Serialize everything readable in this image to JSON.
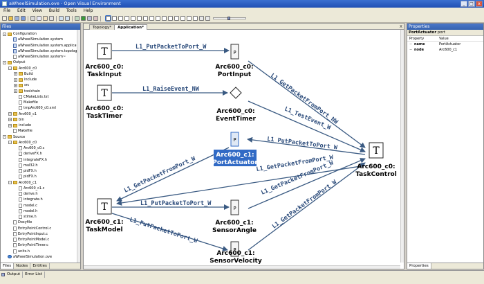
{
  "app": {
    "title": "aWheelSimulation.ove - Open Visual Environment",
    "window_buttons": [
      "_",
      "□",
      "x"
    ]
  },
  "menu": [
    "File",
    "Edit",
    "View",
    "Build",
    "Tools",
    "Help"
  ],
  "files_panel": {
    "header": "Files",
    "tree": [
      {
        "label": "Configuration",
        "depth": 0,
        "icon": "folder-icon",
        "expand": "-"
      },
      {
        "label": "aWheelSimulation.system",
        "depth": 1,
        "icon": "system-file-icon"
      },
      {
        "label": "aWheelSimulation.system.applicat...",
        "depth": 1,
        "icon": "system-file-icon"
      },
      {
        "label": "aWheelSimulation.system.topolog...",
        "depth": 1,
        "icon": "system-file-icon"
      },
      {
        "label": "aWheelSimulation.system~",
        "depth": 1,
        "icon": "file-icon"
      },
      {
        "label": "Output",
        "depth": 0,
        "icon": "folder-icon",
        "expand": "-"
      },
      {
        "label": "Arc600_c0",
        "depth": 1,
        "icon": "folder-icon",
        "expand": "-"
      },
      {
        "label": "Build",
        "depth": 2,
        "icon": "folder-icon",
        "expand": "+"
      },
      {
        "label": "include",
        "depth": 2,
        "icon": "folder-icon",
        "expand": "+"
      },
      {
        "label": "src",
        "depth": 2,
        "icon": "folder-icon",
        "expand": "+"
      },
      {
        "label": "toolchain",
        "depth": 2,
        "icon": "folder-icon",
        "expand": "+"
      },
      {
        "label": "CMakeLists.txt",
        "depth": 2,
        "icon": "file-icon"
      },
      {
        "label": "Makefile",
        "depth": 2,
        "icon": "file-icon"
      },
      {
        "label": "tmpArc600_c0.xml",
        "depth": 2,
        "icon": "file-icon"
      },
      {
        "label": "Arc600_c1",
        "depth": 1,
        "icon": "folder-icon",
        "expand": "+"
      },
      {
        "label": "bin",
        "depth": 1,
        "icon": "folder-icon",
        "expand": "+"
      },
      {
        "label": "include",
        "depth": 1,
        "icon": "folder-icon",
        "expand": "+"
      },
      {
        "label": "Makefile",
        "depth": 1,
        "icon": "file-icon"
      },
      {
        "label": "Source",
        "depth": 0,
        "icon": "folder-icon",
        "expand": "-"
      },
      {
        "label": "Arc600_c0",
        "depth": 1,
        "icon": "folder-icon",
        "expand": "-"
      },
      {
        "label": "Arc600_c0.c",
        "depth": 2,
        "icon": "file-icon"
      },
      {
        "label": "deriveFX.h",
        "depth": 2,
        "icon": "file-icon"
      },
      {
        "label": "integrateFX.h",
        "depth": 2,
        "icon": "file-icon"
      },
      {
        "label": "mul32.h",
        "depth": 2,
        "icon": "file-icon"
      },
      {
        "label": "pidFX.h",
        "depth": 2,
        "icon": "file-icon"
      },
      {
        "label": "pidFX.h",
        "depth": 2,
        "icon": "file-icon"
      },
      {
        "label": "Arc600_c1",
        "depth": 1,
        "icon": "folder-icon",
        "expand": "-"
      },
      {
        "label": "Arc600_c1.c",
        "depth": 2,
        "icon": "file-icon"
      },
      {
        "label": "derive.h",
        "depth": 2,
        "icon": "file-icon"
      },
      {
        "label": "integrate.h",
        "depth": 2,
        "icon": "file-icon"
      },
      {
        "label": "model.c",
        "depth": 2,
        "icon": "file-icon"
      },
      {
        "label": "model.h",
        "depth": 2,
        "icon": "file-icon"
      },
      {
        "label": "stime.h",
        "depth": 2,
        "icon": "file-icon"
      },
      {
        "label": "Doxyfile",
        "depth": 1,
        "icon": "file-icon"
      },
      {
        "label": "EntryPointControl.c",
        "depth": 1,
        "icon": "file-icon"
      },
      {
        "label": "EntryPointInput.c",
        "depth": 1,
        "icon": "file-icon"
      },
      {
        "label": "EntryPointModel.c",
        "depth": 1,
        "icon": "file-icon"
      },
      {
        "label": "EntryPointTimer.c",
        "depth": 1,
        "icon": "file-icon"
      },
      {
        "label": "units.h",
        "depth": 1,
        "icon": "file-icon"
      },
      {
        "label": "aWheelSimulation.ove",
        "depth": 0,
        "icon": "solution-icon"
      }
    ],
    "tabs": [
      "Files",
      "Nodes",
      "Entities"
    ]
  },
  "editor": {
    "tabs": [
      "Topology*",
      "Application*"
    ],
    "active_tab": "Application*",
    "close_glyph": "x",
    "diagram": {
      "nodes": {
        "task_input": {
          "type": "T",
          "label1": "Arc600_c0:",
          "label2": "TaskInput"
        },
        "port_input": {
          "type": "P",
          "label1": "Arc600_c0:",
          "label2": "PortInput"
        },
        "task_timer": {
          "type": "T",
          "label1": "Arc600_c0:",
          "label2": "TaskTimer"
        },
        "event_timer": {
          "type": "event",
          "label1": "Arc600_c0:",
          "label2": "EventTimer"
        },
        "port_actuator": {
          "type": "P",
          "label1": "Arc600_c1:",
          "label2": "PortActuator"
        },
        "task_control": {
          "type": "T",
          "label1": "Arc600_c0:",
          "label2": "TaskControl"
        },
        "task_model": {
          "type": "T",
          "label1": "Arc600_c1:",
          "label2": "TaskModel"
        },
        "sensor_angle": {
          "type": "P",
          "label1": "Arc600_c1:",
          "label2": "SensorAngle"
        },
        "sensor_velocity": {
          "type": "P",
          "label1": "Arc600_c1:",
          "label2": "SensorVelocity"
        }
      },
      "edges": {
        "e1": "L1_PutPacketToPort_W",
        "e2": "L1_RaiseEvent_NW",
        "e3": "L1_GetPacketFromPort_NW",
        "e4": "L1_TestEvent_W",
        "e5": "L1_PutPacketToPort_W",
        "e6": "L1_GetPacketFromPort_W",
        "e7": "L1_GetPacketFromPort_W",
        "e8": "L1_PutPacketToPort_W",
        "e9": "L1_GetPacketFromPort_W",
        "e10": "L1_GetPacketFromPort_W",
        "e11": "L1_PutPacketToPort_W"
      }
    }
  },
  "properties_panel": {
    "header": "Properties",
    "subheader_name": "PortActuator",
    "subheader_kind": "port",
    "col_property": "Property",
    "col_value": "Value",
    "rows": [
      {
        "name": "name",
        "value": "PortActuator"
      },
      {
        "name": "node",
        "value": "Arc600_c1"
      }
    ],
    "tab": "Properties"
  },
  "bottom_tabs": [
    "Output",
    "Error List"
  ],
  "colors": {
    "accent": "#316ac5",
    "edge": "#3a5a82",
    "selection": "#316ac5"
  }
}
